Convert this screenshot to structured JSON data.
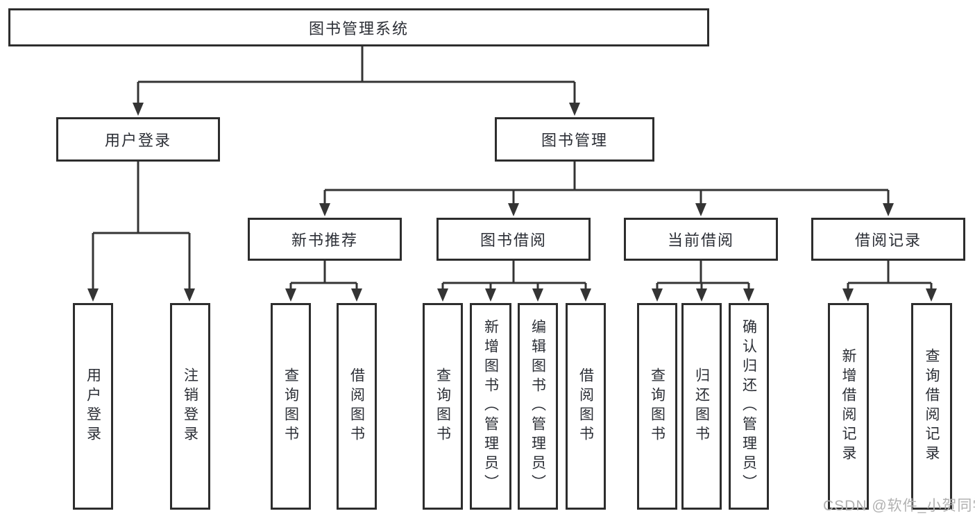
{
  "tree": {
    "root": {
      "label": "图书管理系统"
    },
    "branches": [
      {
        "label": "用户登录",
        "children": [
          {
            "label": "用户登录"
          },
          {
            "label": "注销登录"
          }
        ]
      },
      {
        "label": "图书管理",
        "children": [
          {
            "label": "新书推荐",
            "children": [
              {
                "label": "查询图书"
              },
              {
                "label": "借阅图书"
              }
            ]
          },
          {
            "label": "图书借阅",
            "children": [
              {
                "label": "查询图书"
              },
              {
                "label": "新增图书（管理员）"
              },
              {
                "label": "编辑图书（管理员）"
              },
              {
                "label": "借阅图书"
              }
            ]
          },
          {
            "label": "当前借阅",
            "children": [
              {
                "label": "查询图书"
              },
              {
                "label": "归还图书"
              },
              {
                "label": "确认归还（管理员）"
              }
            ]
          },
          {
            "label": "借阅记录",
            "children": [
              {
                "label": "新增借阅记录"
              },
              {
                "label": "查询借阅记录"
              }
            ]
          }
        ]
      }
    ]
  },
  "colors": {
    "line": "#343434",
    "box_border": "#2d2d2d",
    "text": "#2b2e35",
    "watermark": "#b1b1b1"
  },
  "watermark": {
    "text": "CSDN @软件_小贺同学"
  }
}
